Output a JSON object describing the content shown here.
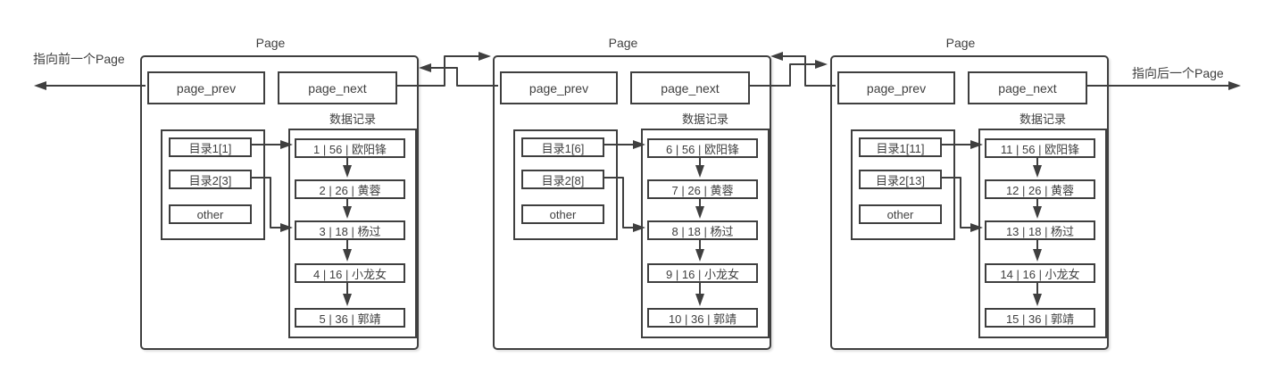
{
  "side_labels": {
    "prev": "指向前一个Page",
    "next": "指向后一个Page"
  },
  "pages": [
    {
      "title": "Page",
      "page_prev": "page_prev",
      "page_next": "page_next",
      "records_title": "数据记录",
      "directory": [
        "目录1[1]",
        "目录2[3]",
        "other"
      ],
      "records": [
        "1 | 56 | 欧阳锋",
        "2 | 26 | 黄蓉",
        "3 | 18 | 杨过",
        "4 | 16 | 小龙女",
        "5 | 36 | 郭靖"
      ]
    },
    {
      "title": "Page",
      "page_prev": "page_prev",
      "page_next": "page_next",
      "records_title": "数据记录",
      "directory": [
        "目录1[6]",
        "目录2[8]",
        "other"
      ],
      "records": [
        "6 | 56 | 欧阳锋",
        "7 | 26 | 黄蓉",
        "8 | 18 | 杨过",
        "9 | 16 | 小龙女",
        "10 | 36 | 郭靖"
      ]
    },
    {
      "title": "Page",
      "page_prev": "page_prev",
      "page_next": "page_next",
      "records_title": "数据记录",
      "directory": [
        "目录1[11]",
        "目录2[13]",
        "other"
      ],
      "records": [
        "11 | 56 | 欧阳锋",
        "12 | 26 | 黄蓉",
        "13 | 18 | 杨过",
        "14 | 16 | 小龙女",
        "15 | 36 | 郭靖"
      ]
    }
  ],
  "colors": {
    "line": "#3f3f3f",
    "background": "#ffffff"
  }
}
